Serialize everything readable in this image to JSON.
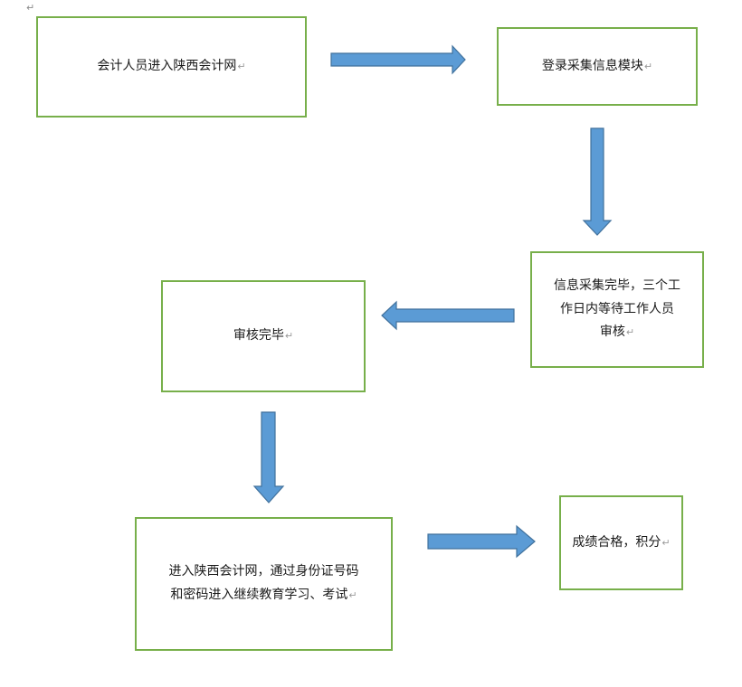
{
  "paragraph_mark": "↵",
  "steps": [
    {
      "id": "s1",
      "text": "会计人员进入陕西会计网"
    },
    {
      "id": "s2",
      "text": "登录采集信息模块"
    },
    {
      "id": "s3",
      "text": "信息采集完毕，三个工\n作日内等待工作人员\n审核"
    },
    {
      "id": "s4",
      "text": "审核完毕"
    },
    {
      "id": "s5",
      "text": "进入陕西会计网，通过身份证号码\n和密码进入继续教育学习、考试"
    },
    {
      "id": "s6",
      "text": "成绩合格，积分"
    }
  ],
  "colors": {
    "box_border": "#77AF4A",
    "arrow_fill": "#5B9BD5",
    "arrow_stroke": "#41719C"
  }
}
